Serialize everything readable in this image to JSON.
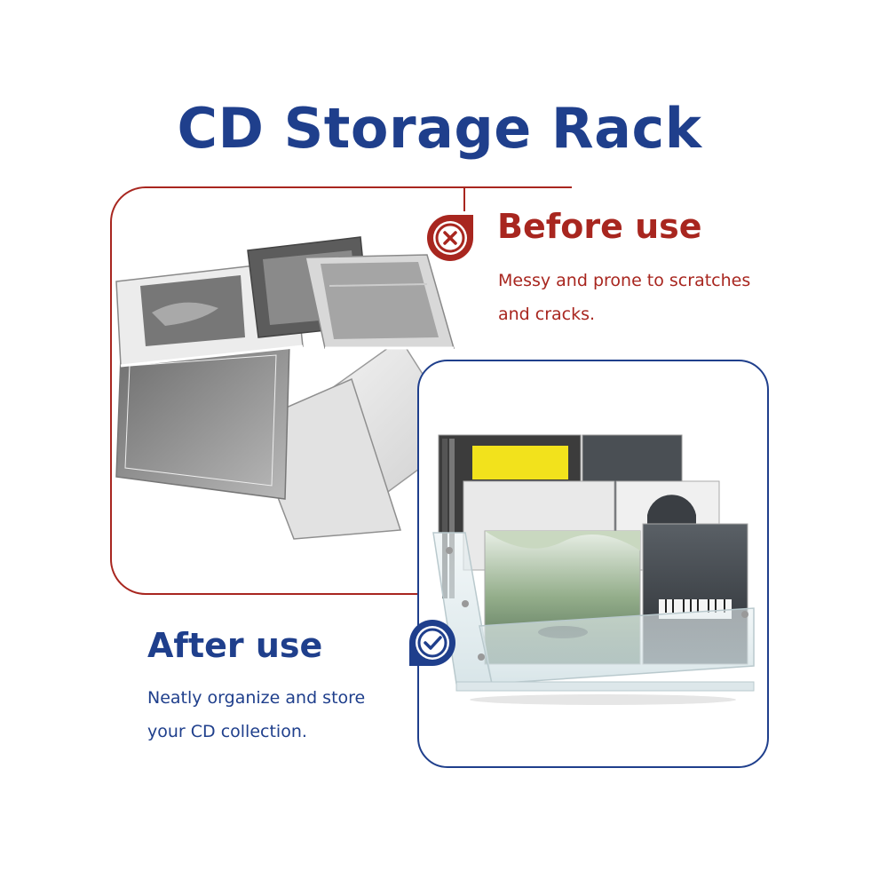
{
  "title": "CD Storage Rack",
  "before": {
    "heading": "Before use",
    "description": "Messy and prone to scratches and cracks.",
    "icon": "close-x-icon",
    "color": "#a8261f"
  },
  "after": {
    "heading": "After use",
    "description": "Neatly organize and store your CD collection.",
    "icon": "check-icon",
    "color": "#1f3f8c"
  }
}
